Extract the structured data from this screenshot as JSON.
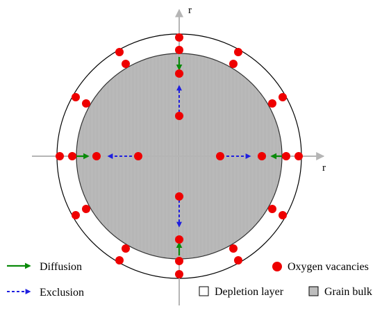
{
  "axes": {
    "vertical_label": "r",
    "horizontal_label": "r"
  },
  "colors": {
    "diffusion": "#0a8a0a",
    "exclusion": "#1f1fe0",
    "vacancy": "#ee0000",
    "grain_bulk": "#bdbdbd",
    "depletion_layer": "#ffffff",
    "axis": "#b5b5b5"
  },
  "legend": {
    "diffusion": "Diffusion",
    "exclusion": "Exclusion",
    "oxygen_vacancies": "Oxygen vacancies",
    "depletion_layer": "Depletion layer",
    "grain_bulk": "Grain bulk"
  }
}
